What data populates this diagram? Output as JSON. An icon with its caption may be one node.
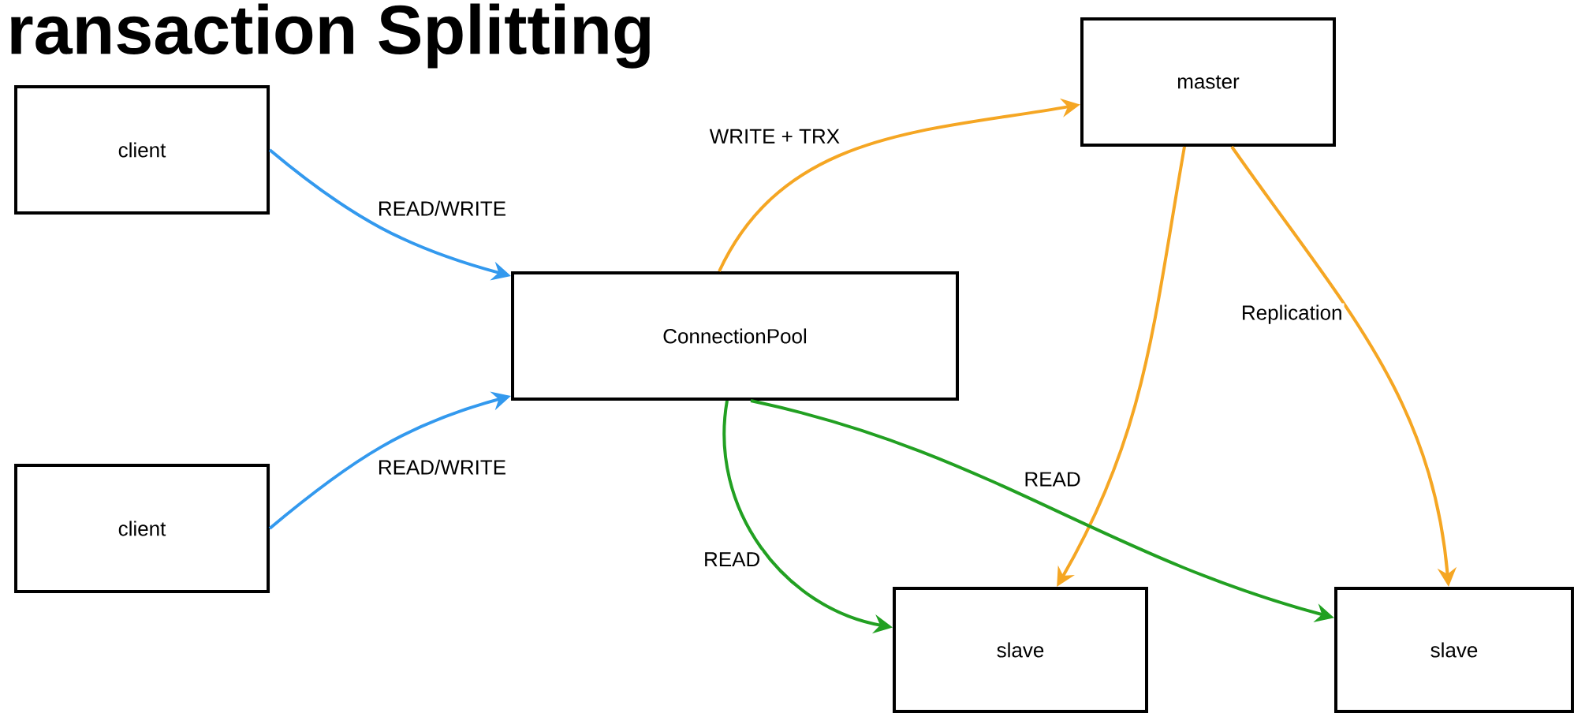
{
  "diagram": {
    "title": "ransaction Splitting",
    "nodes": [
      {
        "text": [
          "client"
        ]
      },
      {
        "text": [
          "client"
        ]
      },
      {
        "text": [
          "ConnectionPool"
        ]
      },
      {
        "text": [
          "master"
        ]
      },
      {
        "text": [
          "slave"
        ]
      },
      {
        "text": [
          "slave"
        ]
      }
    ],
    "edges": [
      {
        "from": 0,
        "to": 2,
        "arrow": "to",
        "label": "READ/WRITE",
        "color": "#3399ee"
      },
      {
        "from": 1,
        "to": 2,
        "arrow": "to",
        "label": "READ/WRITE",
        "color": "#3399ee"
      },
      {
        "from": 2,
        "to": 3,
        "arrow": "to",
        "label": "WRITE + TRX",
        "color": "#f5a623"
      },
      {
        "from": 3,
        "to": 4,
        "arrow": "to",
        "color": "#f5a623"
      },
      {
        "from": 3,
        "to": 5,
        "arrow": "to",
        "label": "Replication",
        "color": "#f5a623"
      },
      {
        "from": 2,
        "to": 4,
        "arrow": "to",
        "label": "READ",
        "color": "#22a022"
      },
      {
        "from": 2,
        "to": 5,
        "arrow": "to",
        "label": "READ",
        "color": "#22a022"
      }
    ]
  }
}
